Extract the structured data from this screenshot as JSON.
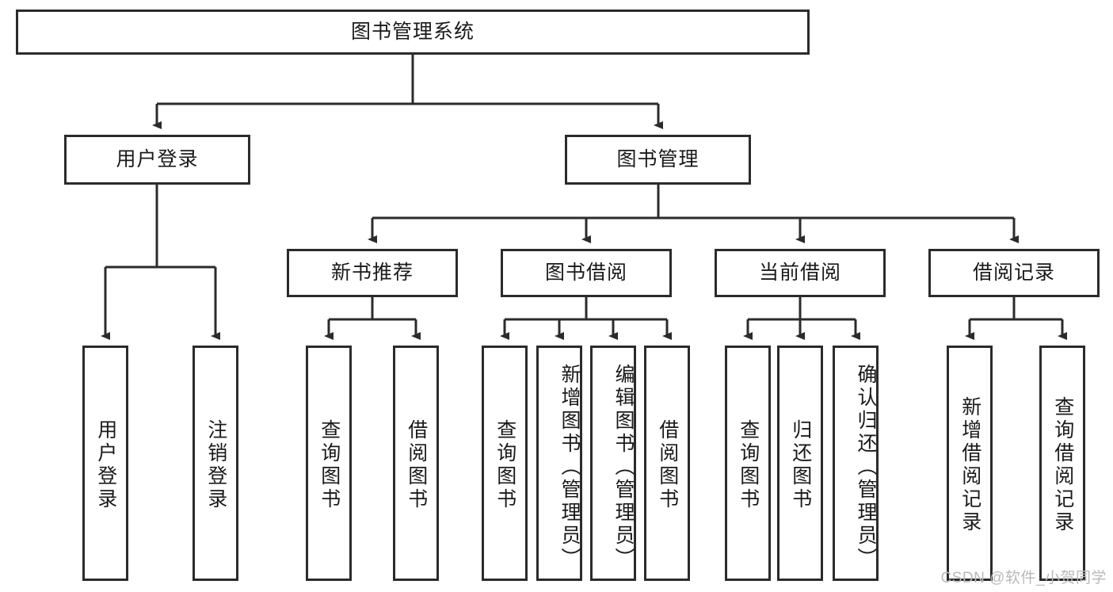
{
  "diagram": {
    "title": "图书管理系统",
    "type": "tree-structure-chart",
    "watermark": "CSDN @软件_小贺同学",
    "stroke_color": "#2b2b2b",
    "fill_color": "#ffffff",
    "text_color": "#1a1a1a"
  },
  "nodes": {
    "root": {
      "label": "图书管理系统"
    },
    "level2": [
      {
        "label": "用户登录"
      },
      {
        "label": "图书管理"
      }
    ],
    "level3": [
      {
        "label": "新书推荐"
      },
      {
        "label": "图书借阅"
      },
      {
        "label": "当前借阅"
      },
      {
        "label": "借阅记录"
      }
    ],
    "leaves": {
      "user_login": [
        {
          "label": "用户登录"
        },
        {
          "label": "注销登录"
        }
      ],
      "new_book": [
        {
          "label": "查询图书"
        },
        {
          "label": "借阅图书"
        }
      ],
      "book_borrow": [
        {
          "label": "查询图书"
        },
        {
          "label": "新增图书（管理员）"
        },
        {
          "label": "编辑图书（管理员）"
        },
        {
          "label": "借阅图书"
        }
      ],
      "current_borrow": [
        {
          "label": "查询图书"
        },
        {
          "label": "归还图书"
        },
        {
          "label": "确认归还（管理员）"
        }
      ],
      "borrow_record": [
        {
          "label": "新增借阅记录"
        },
        {
          "label": "查询借阅记录"
        }
      ]
    }
  }
}
